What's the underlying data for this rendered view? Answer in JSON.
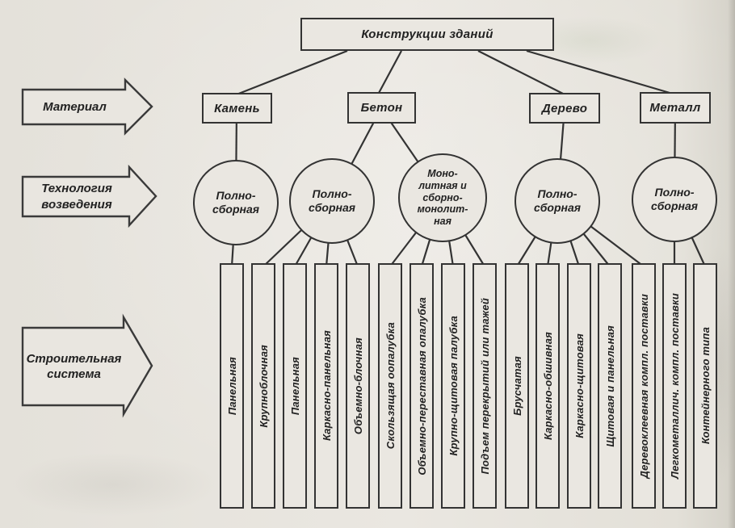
{
  "colors": {
    "ink": "#333333",
    "paper": "#e8e5df",
    "text": "#222222"
  },
  "root": {
    "title": "Конструкции зданий"
  },
  "side_arrows": [
    {
      "name": "material",
      "lines": [
        "Материал"
      ]
    },
    {
      "name": "technology",
      "lines": [
        "Технология",
        "возведения"
      ]
    },
    {
      "name": "building-system",
      "lines": [
        "Строительная",
        "система"
      ]
    }
  ],
  "materials": [
    {
      "label": "Камень"
    },
    {
      "label": "Бетон"
    },
    {
      "label": "Дерево"
    },
    {
      "label": "Металл"
    }
  ],
  "technologies": [
    {
      "material": "Камень",
      "lines": [
        "Полно-",
        "сборная"
      ]
    },
    {
      "material": "Бетон",
      "lines": [
        "Полно-",
        "сборная"
      ]
    },
    {
      "material": "Бетон",
      "lines": [
        "Моно-",
        "литная и",
        "сборно-",
        "монолит-",
        "ная"
      ]
    },
    {
      "material": "Дерево",
      "lines": [
        "Полно-",
        "сборная"
      ]
    },
    {
      "material": "Металл",
      "lines": [
        "Полно-",
        "сборная"
      ]
    }
  ],
  "systems": [
    {
      "label": "Панельная"
    },
    {
      "label": "Крупноблочная"
    },
    {
      "label": "Панельная"
    },
    {
      "label": "Каркасно-панельная"
    },
    {
      "label": "Объемно-блочная"
    },
    {
      "label": "Скользящая оопалубка"
    },
    {
      "label": "Объемно-переставная опалубка"
    },
    {
      "label": "Крупно-щитовая палубка"
    },
    {
      "label": "Подъем перекрытий или тажей"
    },
    {
      "label": "Брусчатая"
    },
    {
      "label": "Каркасно-обшивная"
    },
    {
      "label": "Каркасно-щитовая"
    },
    {
      "label": "Щитовая и панельная"
    },
    {
      "label": "Деревоклеевная компл. поставки"
    },
    {
      "label": "Легкометаллич. компл. поставки"
    },
    {
      "label": "Контейнерного типа"
    }
  ]
}
